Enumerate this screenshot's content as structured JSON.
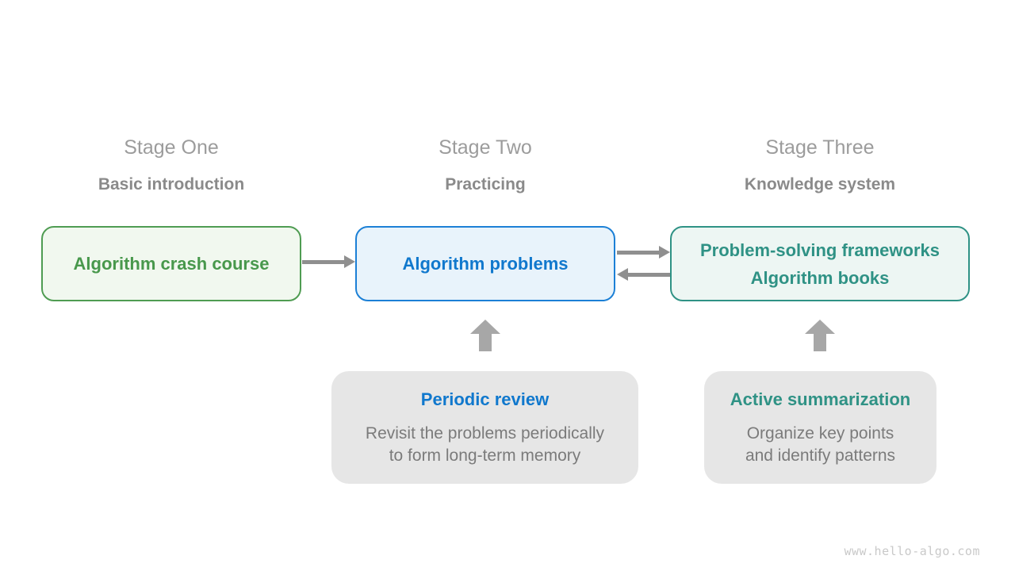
{
  "watermark": "www.hello-algo.com",
  "stages": [
    {
      "title": "Stage One",
      "subtitle": "Basic introduction",
      "box": {
        "lines": [
          "Algorithm crash course"
        ]
      }
    },
    {
      "title": "Stage Two",
      "subtitle": "Practicing",
      "box": {
        "lines": [
          "Algorithm problems"
        ]
      },
      "note": {
        "title": "Periodic review",
        "body_lines": [
          "Revisit the problems periodically",
          "to form long-term memory"
        ]
      }
    },
    {
      "title": "Stage Three",
      "subtitle": "Knowledge system",
      "box": {
        "lines": [
          "Problem-solving frameworks",
          "Algorithm books"
        ]
      },
      "note": {
        "title": "Active summarization",
        "body_lines": [
          "Organize key points",
          "and identify patterns"
        ]
      }
    }
  ],
  "colors": {
    "green": "#48984c",
    "green_border": "#4f9c52",
    "green_fill": "#f1f8ef",
    "blue": "#1078cd",
    "blue_border": "#1c80d6",
    "blue_fill": "#e8f3fb",
    "teal": "#2f9285",
    "teal_fill": "#edf6f3",
    "note_fill": "#e6e6e6",
    "arrow": "#8f8f8f",
    "up_arrow": "#a7a7a7",
    "stage_title": "#9c9c9c",
    "stage_subtitle": "#8a8a8a",
    "note_body": "#7b7b7b",
    "watermark": "#c9c9c9"
  }
}
